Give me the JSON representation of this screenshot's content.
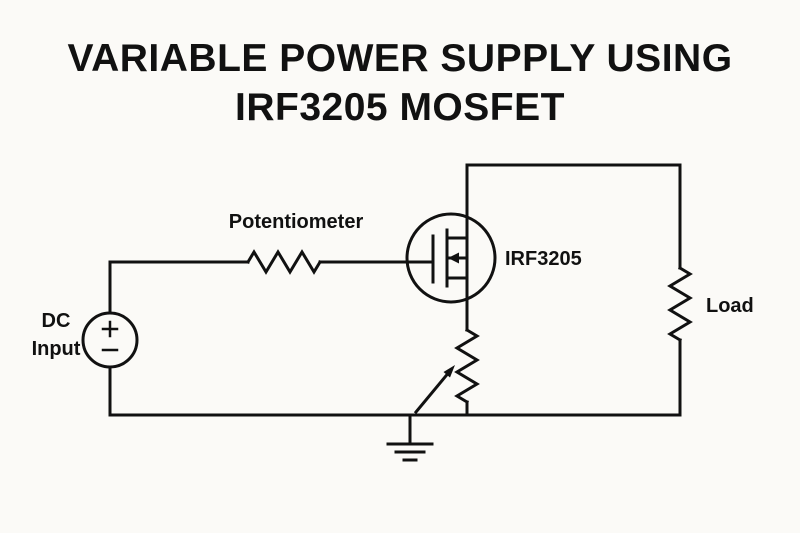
{
  "title": {
    "line1": "VARIABLE POWER SUPPLY USING",
    "line2": "IRF3205 MOSFET"
  },
  "labels": {
    "potentiometer": "Potentiometer",
    "mosfet": "IRF3205",
    "dc_input_line1": "DC",
    "dc_input_line2": "Input",
    "load": "Load"
  },
  "colors": {
    "background": "#fbfaf7",
    "ink": "#111111"
  }
}
